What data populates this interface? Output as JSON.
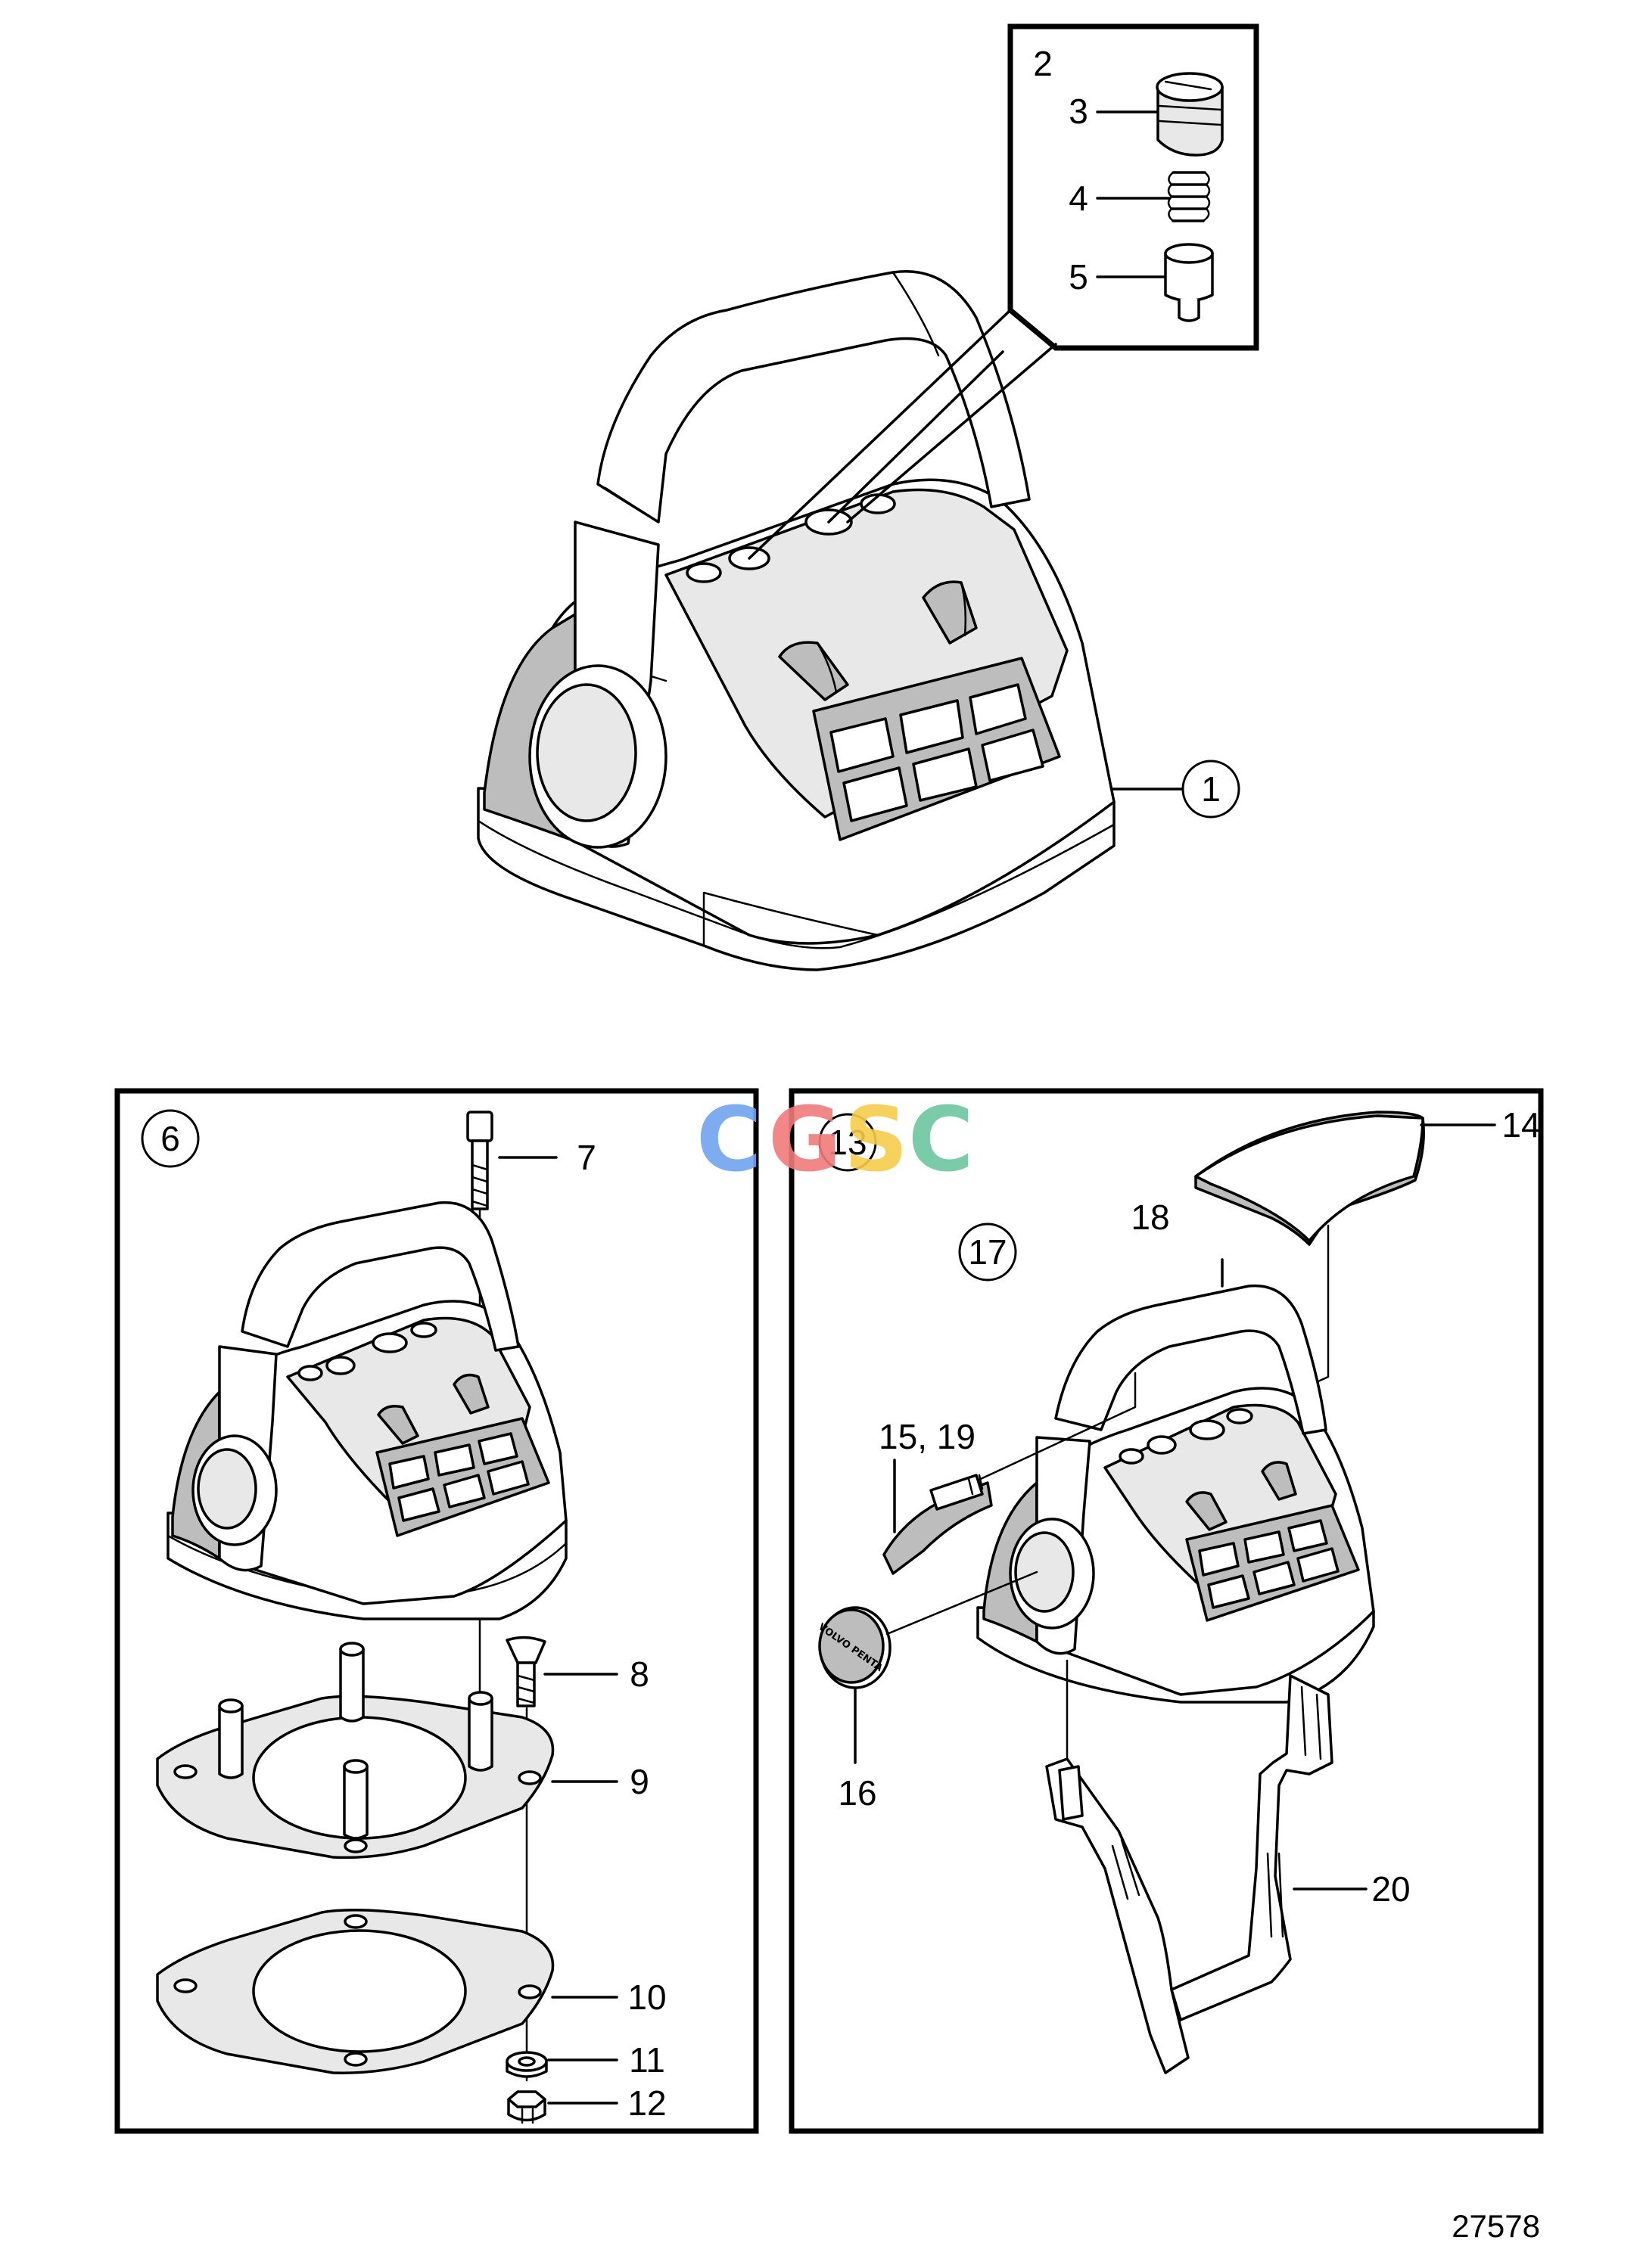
{
  "drawing_number": "27578",
  "watermark": {
    "letters": [
      "C",
      "G",
      "S",
      "C"
    ],
    "colors": [
      "#6fa3f0",
      "#f07a7a",
      "#f5cc4a",
      "#6cc7a0"
    ]
  },
  "callouts": {
    "c1": "1",
    "c2": "2",
    "c3": "3",
    "c4": "4",
    "c5": "5",
    "c6": "6",
    "c7": "7",
    "c8": "8",
    "c9": "9",
    "c10": "10",
    "c11": "11",
    "c12": "12",
    "c13": "13",
    "c14": "14",
    "c15_19": "15, 19",
    "c16": "16",
    "c17": "17",
    "c18": "18",
    "c20": "20"
  },
  "emblem_text": "VOLVO PENTA"
}
